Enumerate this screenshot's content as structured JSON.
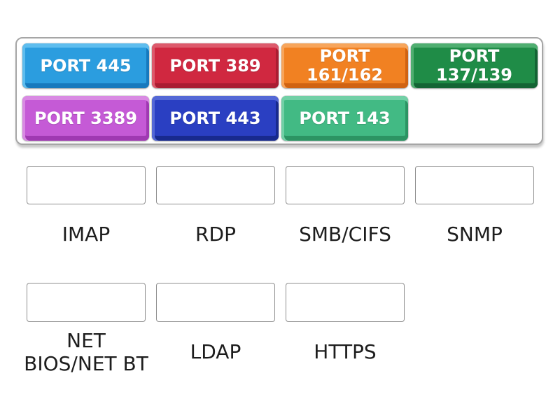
{
  "page": {
    "background": "#ffffff"
  },
  "pool": {
    "border_color": "#a6a6a6",
    "tiles": [
      {
        "id": "port-445",
        "label": "PORT 445",
        "color": "#2b9ddf",
        "light": "#5ebdee",
        "dark": "#1779bd"
      },
      {
        "id": "port-389",
        "label": "PORT 389",
        "color": "#d02840",
        "light": "#dd5a6c",
        "dark": "#aa1d32"
      },
      {
        "id": "port-161-162",
        "label": "PORT 161/162",
        "color": "#f18122",
        "light": "#f7a55b",
        "dark": "#d06312"
      },
      {
        "id": "port-137-139",
        "label": "PORT 137/139",
        "color": "#1f8c47",
        "light": "#4fae70",
        "dark": "#136434"
      },
      {
        "id": "port-3389",
        "label": "PORT 3389",
        "color": "#c55ad6",
        "light": "#d98ae3",
        "dark": "#a039b2"
      },
      {
        "id": "port-443",
        "label": "PORT 443",
        "color": "#2a3fc2",
        "light": "#5468d6",
        "dark": "#182a8e"
      },
      {
        "id": "port-143",
        "label": "PORT 143",
        "color": "#42ba84",
        "light": "#72d0a6",
        "dark": "#2c9463"
      }
    ]
  },
  "targets": {
    "row1": [
      {
        "label": "IMAP"
      },
      {
        "label": "RDP"
      },
      {
        "label": "SMB/CIFS"
      },
      {
        "label": "SNMP"
      }
    ],
    "row2": [
      {
        "label": "NET BIOS/NET BT"
      },
      {
        "label": "LDAP"
      },
      {
        "label": "HTTPS"
      }
    ]
  }
}
